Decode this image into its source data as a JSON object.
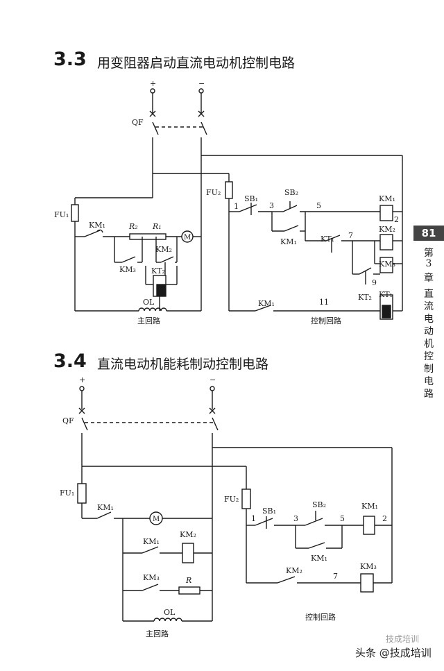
{
  "sections": [
    {
      "number": "3.3",
      "title": "用变阻器启动直流电动机控制电路"
    },
    {
      "number": "3.4",
      "title": "直流电动机能耗制动控制电路"
    }
  ],
  "side_tab": {
    "page": "81",
    "chars": [
      "第",
      "3",
      "章",
      "直",
      "流",
      "电",
      "动",
      "机",
      "控",
      "制",
      "电",
      "路"
    ]
  },
  "diagram1": {
    "plus": "+",
    "minus": "−",
    "qf": "QF",
    "fu1": "FU₁",
    "fu2": "FU₂",
    "km1_main": "KM₁",
    "r2": "R₂",
    "r1": "R₁",
    "motor": "M",
    "km2_main": "KM₂",
    "km3_main": "KM₃",
    "kt2_main": "KT₂",
    "ol": "OL",
    "main_label": "主回路",
    "n1": "1",
    "n3": "3",
    "n5": "5",
    "n7": "7",
    "n9": "9",
    "n11": "11",
    "n2": "2",
    "sb1": "SB₁",
    "sb2": "SB₂",
    "km1_hold": "KM₁",
    "kt1_contact": "KT₁",
    "kt2_contact": "KT₂",
    "km1_bottom": "KM₁",
    "coil_km1": "KM₁",
    "coil_km2": "KM₂",
    "coil_km3": "KM₃",
    "coil_kt1": "KT₁",
    "ctrl_label": "控制回路"
  },
  "diagram2": {
    "plus": "+",
    "minus": "−",
    "qf": "QF",
    "fu1": "FU₁",
    "fu2": "FU₂",
    "km1_main": "KM₁",
    "motor": "M",
    "km1_b": "KM₁",
    "km2_coil": "KM₂",
    "km3_b": "KM₃",
    "r": "R",
    "ol": "OL",
    "main_label": "主回路",
    "n1": "1",
    "n3": "3",
    "n5": "5",
    "n2": "2",
    "n7": "7",
    "sb1": "SB₁",
    "sb2": "SB₂",
    "km1_hold": "KM₁",
    "km2_ctrl": "KM₂",
    "coil_km1": "KM₁",
    "coil_km3": "KM₃",
    "ctrl_label": "控制回路"
  },
  "watermark": {
    "text": "头条 @技成培训",
    "faint": "技成培训"
  }
}
